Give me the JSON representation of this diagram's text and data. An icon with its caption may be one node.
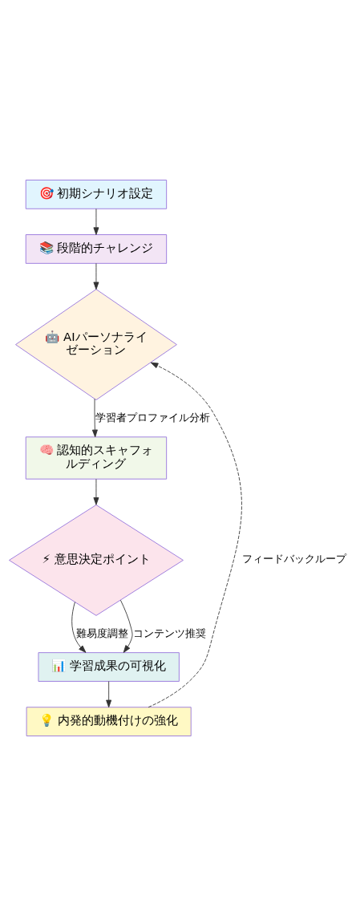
{
  "diagram": {
    "nodes": [
      {
        "text": [
          "🎯 初期シナリオ設定"
        ]
      },
      {
        "text": [
          "📚 段階的チャレンジ"
        ]
      },
      {
        "text": [
          "🤖 AIパーソナライゼーション"
        ]
      },
      {
        "text": [
          "🧠 認知的スキャフォルディング"
        ]
      },
      {
        "text": [
          "⚡ 意思決定ポイント"
        ]
      },
      {
        "text": [
          "📊 学習成果の可視化"
        ]
      },
      {
        "text": [
          "💡 内発的動機付けの強化"
        ]
      }
    ],
    "edges": [
      {
        "from": 0,
        "to": 1,
        "arrow": "to"
      },
      {
        "from": 1,
        "to": 2,
        "arrow": "to"
      },
      {
        "from": 2,
        "to": 3,
        "arrow": "to",
        "label": "学習者プロファイル分析"
      },
      {
        "from": 3,
        "to": 4,
        "arrow": "to"
      },
      {
        "from": 4,
        "to": 5,
        "arrow": "to",
        "label": "難易度調整"
      },
      {
        "from": 4,
        "to": 5,
        "arrow": "to",
        "label": "コンテンツ推奨"
      },
      {
        "from": 5,
        "to": 6,
        "arrow": "to"
      },
      {
        "from": 6,
        "to": 2,
        "arrow": "to",
        "label": "フィードバックループ",
        "style": "dashed"
      }
    ]
  }
}
